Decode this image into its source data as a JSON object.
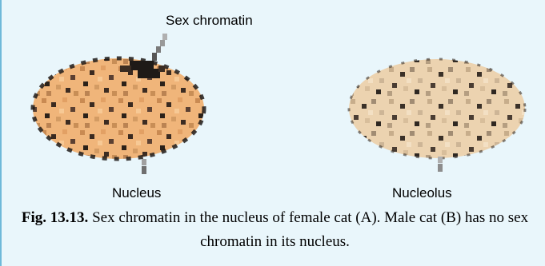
{
  "labels": {
    "sex_chromatin": "Sex chromatin",
    "nucleus": "Nucleus",
    "nucleolus": "Nucleolus"
  },
  "caption": {
    "figure_number": "Fig. 13.13.",
    "text": " Sex chromatin in the nucleus of female cat (A). Male cat (B) has no sex chromatin in its nucleus."
  },
  "colors": {
    "background": "#e9f6fb",
    "border": "#6fb9d9",
    "female_nucleus": "#f0b57a",
    "male_nucleus": "#ecd3b0",
    "chromatin_dark": "#1e1a17",
    "leader_line": "#8d8d8d"
  }
}
